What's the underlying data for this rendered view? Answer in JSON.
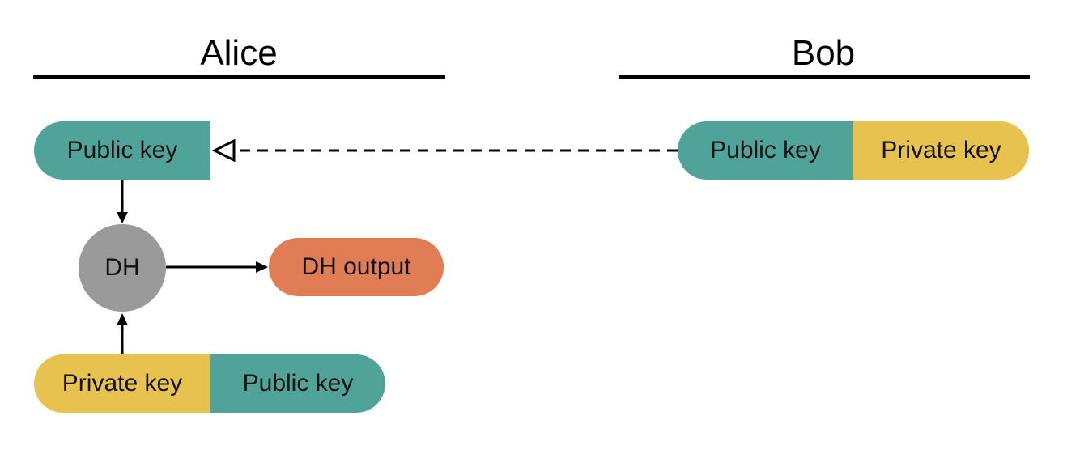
{
  "alice": {
    "title": "Alice",
    "received_public_key": "Public key",
    "dh_label": "DH",
    "dh_output_label": "DH output",
    "own_private_key": "Private key",
    "own_public_key": "Public key"
  },
  "bob": {
    "title": "Bob",
    "public_key": "Public key",
    "private_key": "Private key"
  },
  "colors": {
    "public_key": "#4fa399",
    "private_key": "#e8c24f",
    "dh_node": "#9a9a9a",
    "dh_output": "#e07d55"
  }
}
